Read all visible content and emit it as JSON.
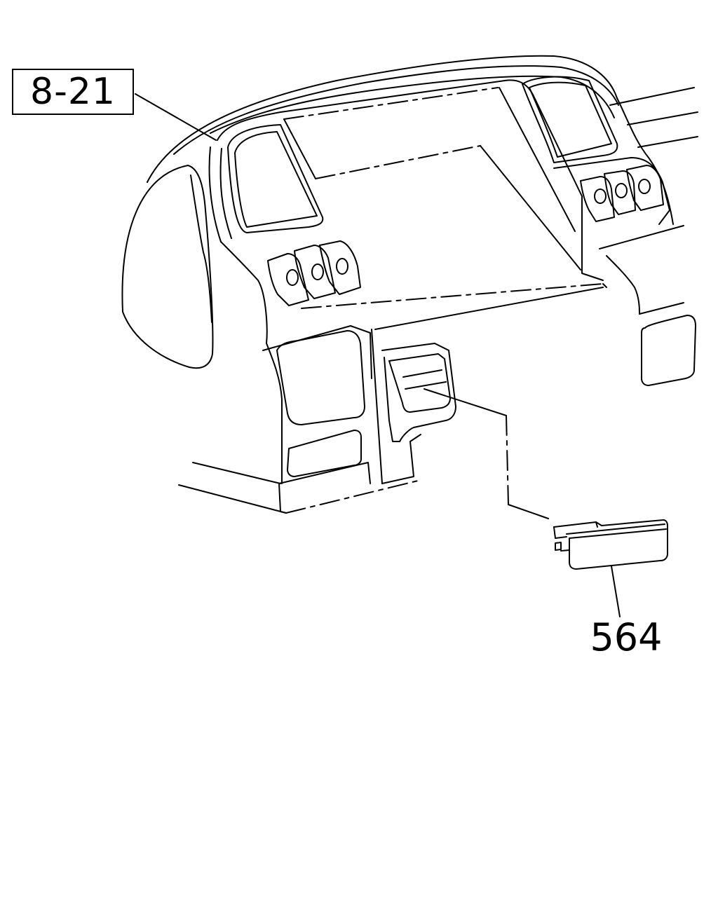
{
  "reference_callout": {
    "label": "8-21"
  },
  "part_callout": {
    "label": "564"
  },
  "icons": {
    "dashboard": "instrument-panel-drawing",
    "part": "switch-blank-cover-drawing"
  }
}
